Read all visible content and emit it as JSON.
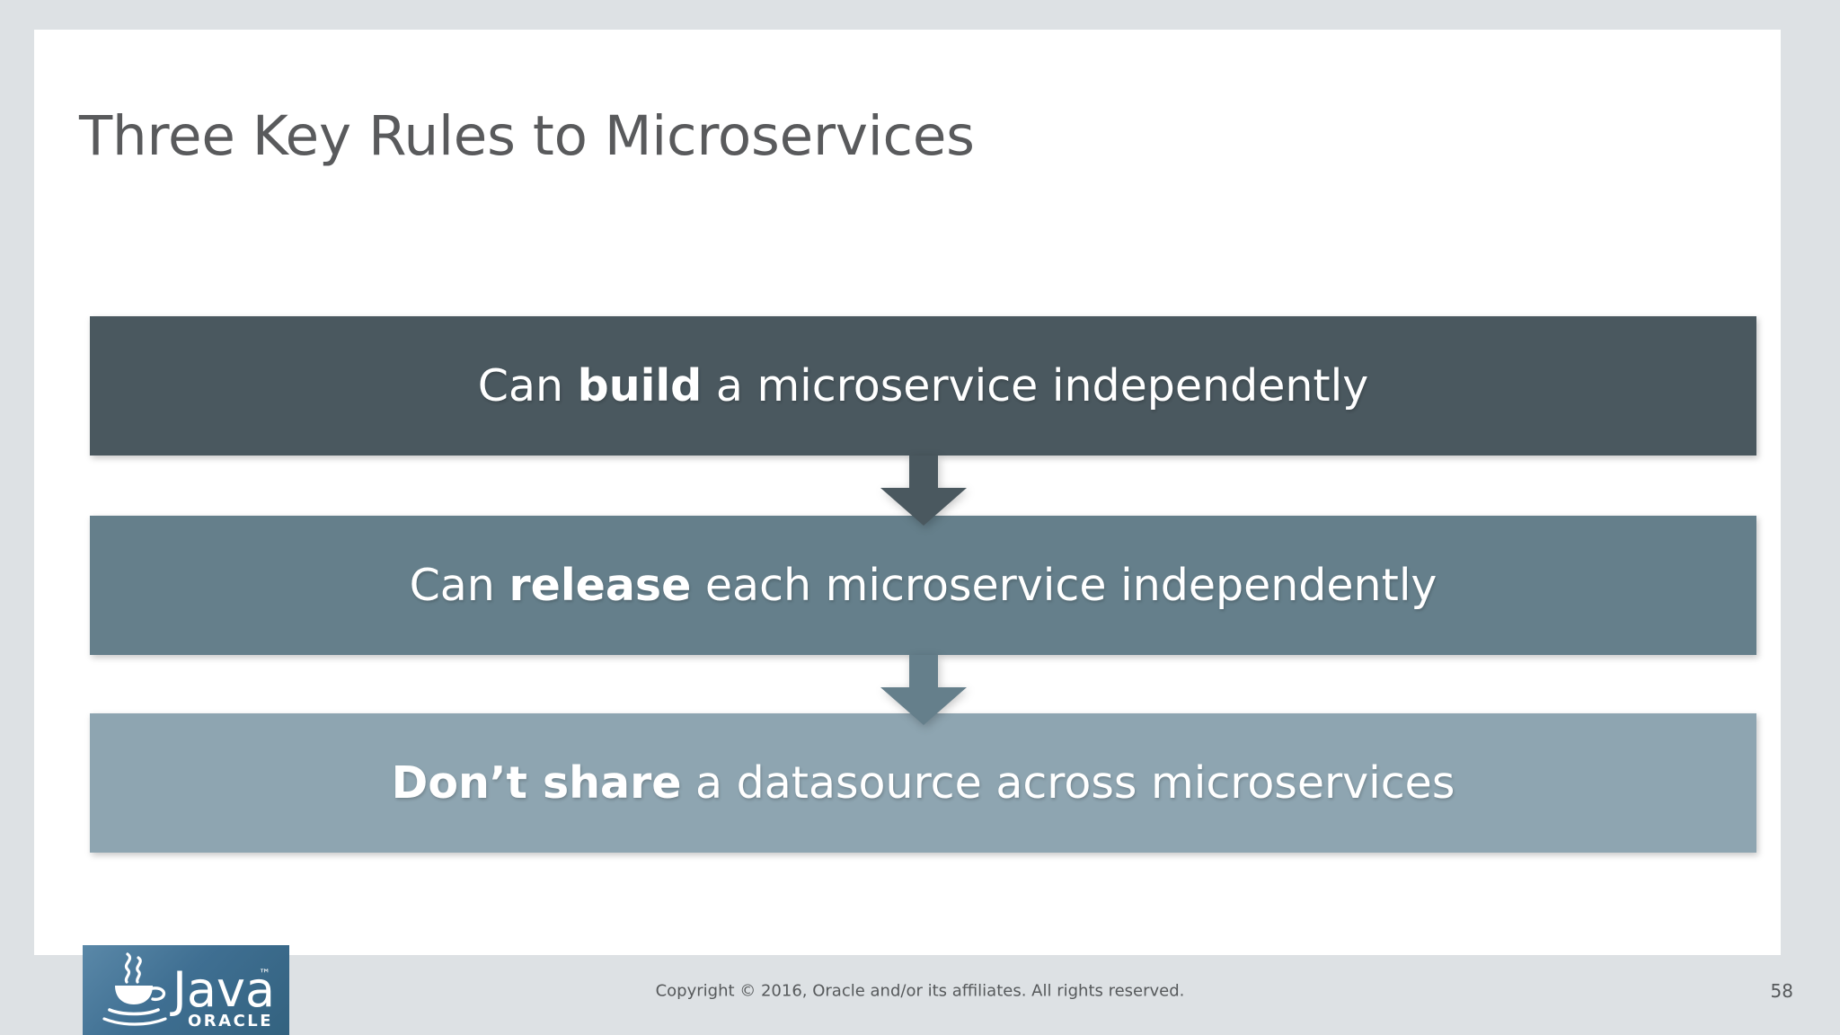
{
  "slide": {
    "title": "Three Key Rules to Microservices",
    "page_number": "58",
    "copyright": "Copyright © 2016, Oracle and/or its affiliates. All rights reserved."
  },
  "flow": {
    "steps": [
      {
        "emphasis": "build",
        "prefix": "Can ",
        "suffix": " a microservice independently",
        "full_text": "Can build a microservice independently",
        "color": "#4a585f"
      },
      {
        "emphasis": "release",
        "prefix": "Can ",
        "suffix": " each microservice independently",
        "full_text": "Can release each microservice independently",
        "color": "#657f8b"
      },
      {
        "emphasis": "Don’t share",
        "prefix": "",
        "suffix": " a datasource across microservices",
        "full_text": "Don’t share a datasource across microservices",
        "color": "#8ea5b1"
      }
    ],
    "connectors": [
      {
        "name": "arrow-down-1",
        "color": "#4a585f"
      },
      {
        "name": "arrow-down-2",
        "color": "#657f8b"
      }
    ]
  },
  "logo": {
    "wordmark": "Java",
    "trademark": "™",
    "subtitle": "ORACLE"
  },
  "colors": {
    "page_background": "#dde1e4",
    "slide_background": "#ffffff",
    "title_text": "#595a5c",
    "footer_text": "#56595b",
    "band_1": "#4a585f",
    "band_2": "#657f8b",
    "band_3": "#8ea5b1"
  }
}
